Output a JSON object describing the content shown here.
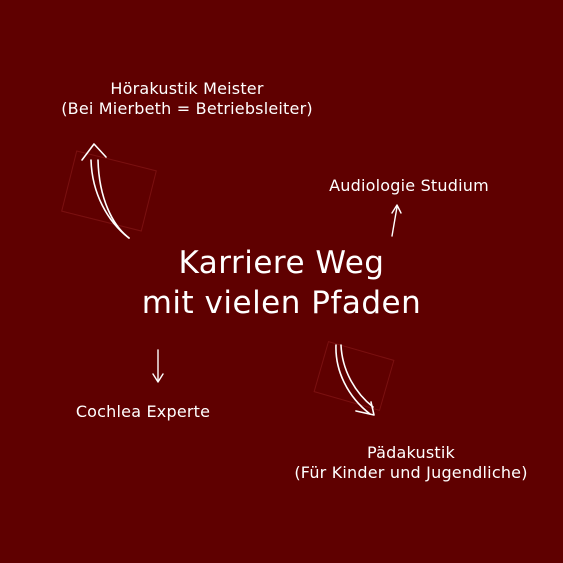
{
  "title": {
    "line1": "Karriere Weg",
    "line2": "mit vielen Pfaden"
  },
  "nodes": {
    "meister": {
      "line1": "Hörakustik Meister",
      "line2": "(Bei Mierbeth = Betriebsleiter)"
    },
    "audiologie": {
      "line1": "Audiologie Studium"
    },
    "cochlea": {
      "line1": "Cochlea Experte"
    },
    "paedakustik": {
      "line1": "Pädakustik",
      "line2": "(Für Kinder und Jugendliche)"
    }
  },
  "colors": {
    "background": "#5f0000",
    "text": "#ffffff",
    "faint_square": "#7a1010"
  },
  "icons": [
    "curved-arrow-up-icon",
    "small-arrow-up-icon",
    "small-arrow-down-icon",
    "curved-arrow-down-icon"
  ]
}
